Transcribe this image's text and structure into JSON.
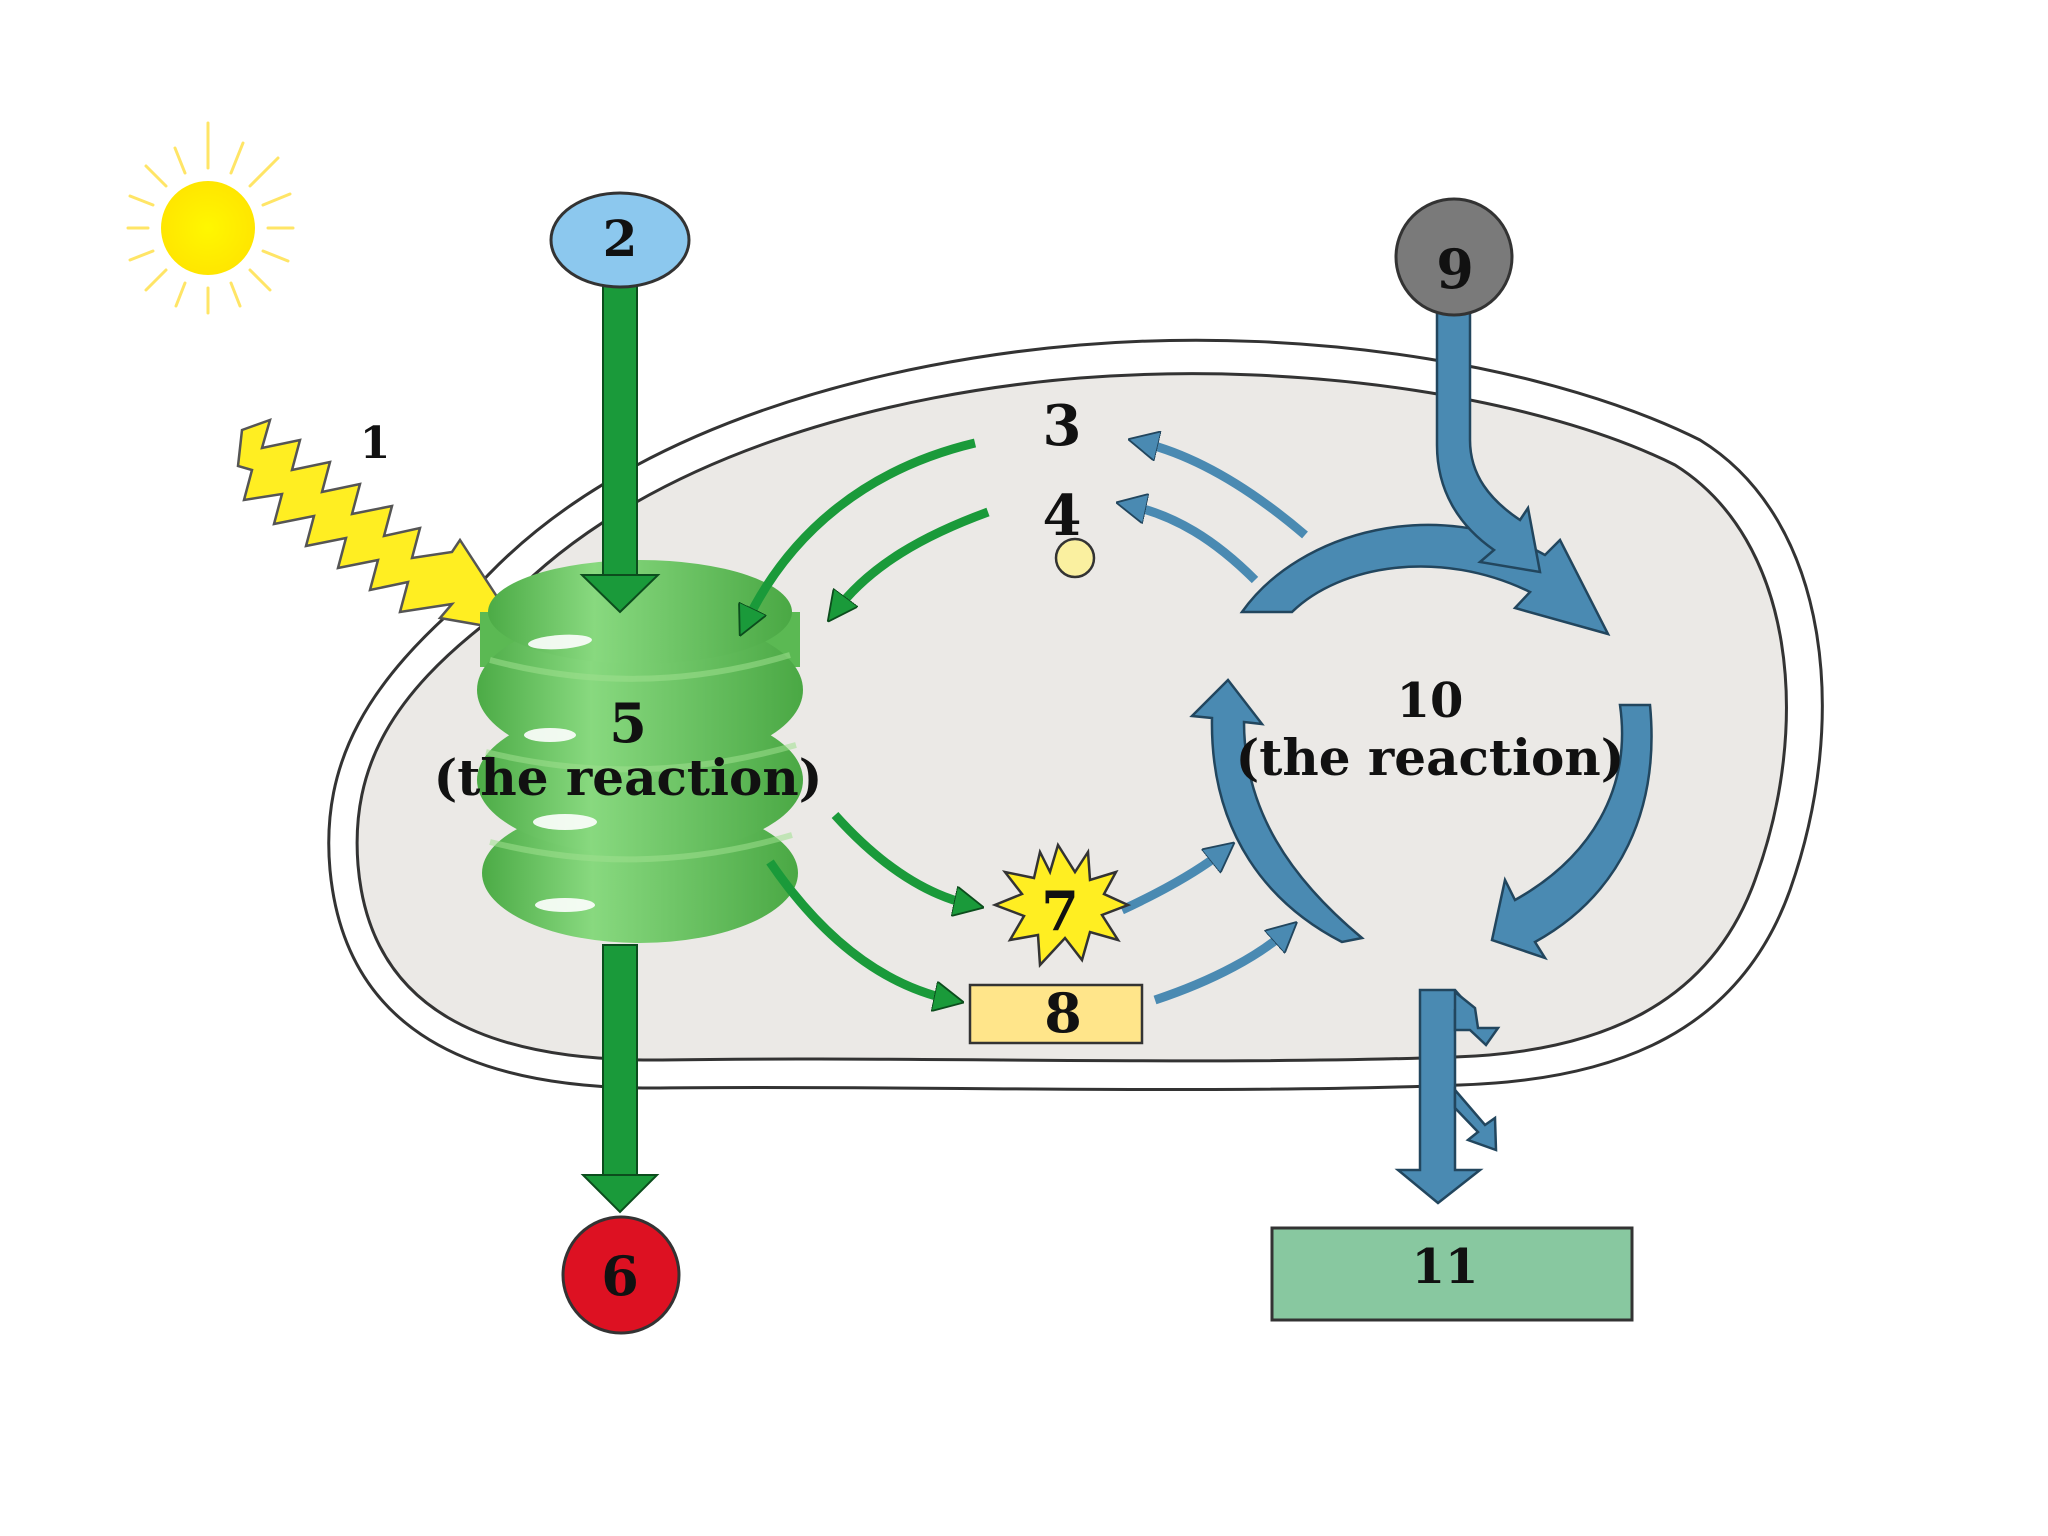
{
  "labels": {
    "n1": "1",
    "n2": "2",
    "n3": "3",
    "n4": "4",
    "n5": "5",
    "n5_sub": "(the reaction)",
    "n6": "6",
    "n7": "7",
    "n8": "8",
    "n9": "9",
    "n10": "10",
    "n10_sub": "(the reaction)",
    "n11": "11"
  },
  "colors": {
    "background": "#ffffff",
    "cell_fill": "#ebe9e6",
    "sun": "#ffee00",
    "lightning": "#ffee22",
    "green_arrow": "#1a9a3a",
    "blue_arrow": "#4a8ab2",
    "thylakoid": "#6cc766",
    "circle_2": "#8cc8ee",
    "circle_6": "#dd1122",
    "circle_9": "#7a7a7a",
    "star_7": "#ffee22",
    "box_8": "#ffe58a",
    "box_11": "#88c8a0"
  },
  "icons": {
    "sun": "sun-icon",
    "light": "lightning-icon"
  }
}
